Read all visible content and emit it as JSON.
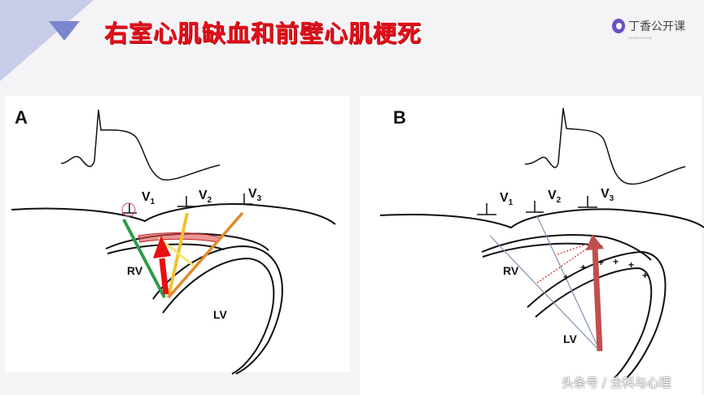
{
  "slide": {
    "title": "右室心肌缺血和前壁心肌梗死",
    "logo_text": "丁香公开课",
    "logo_subtext": "CLASS.DXY.CN",
    "watermark": "头条号 / 全科与心理"
  },
  "panel_a": {
    "label": "A",
    "leads": [
      "V",
      "V",
      "V"
    ],
    "lead_subscripts": [
      "1",
      "2",
      "3"
    ],
    "rv_label": "RV",
    "lv_label": "LV",
    "colors": {
      "v1_vector": "#2e9b48",
      "v2_vector": "#f2c12e",
      "v3_vector": "#e08a2a",
      "main_vector": "#e81010",
      "ischemic_band": "#e05050"
    }
  },
  "panel_b": {
    "label": "B",
    "leads": [
      "V",
      "V",
      "V"
    ],
    "lead_subscripts": [
      "1",
      "2",
      "3"
    ],
    "rv_label": "RV",
    "lv_label": "LV",
    "plus_sign": "+",
    "colors": {
      "lead_axes": "#7f93b0",
      "main_vector": "#c0504d"
    }
  },
  "colors": {
    "title": "#e30e1b",
    "accent_triangle": "#7a86d0"
  }
}
